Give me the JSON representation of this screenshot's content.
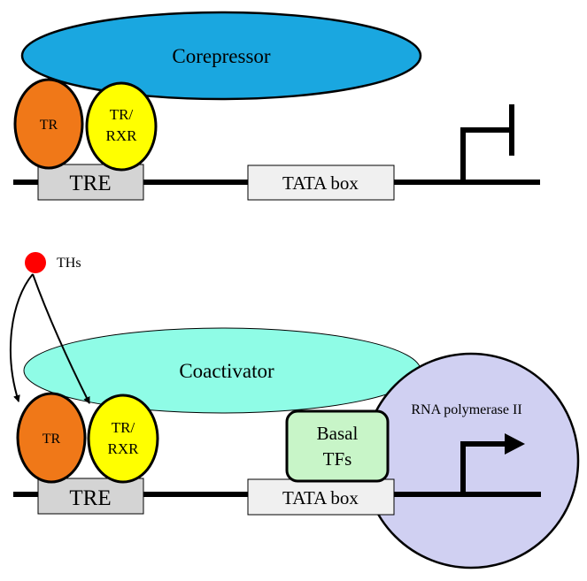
{
  "top_panel": {
    "corepressor_label": "Corepressor",
    "tr_label": "TR",
    "trxr_line1": "TR/",
    "trxr_line2": "RXR",
    "tre_label": "TRE",
    "tata_label": "TATA box"
  },
  "bottom_panel": {
    "ths_label": "THs",
    "coactivator_label": "Coactivator",
    "rna_pol_label": "RNA polymerase II",
    "basal_line1": "Basal",
    "basal_line2": "TFs",
    "tr_label": "TR",
    "trxr_line1": "TR/",
    "trxr_line2": "RXR",
    "tre_label": "TRE",
    "tata_label": "TATA box"
  },
  "colors": {
    "corepressor": "#1aa7e0",
    "tr": "#f07818",
    "trxr": "#ffff00",
    "box_gray": "#d4d4d4",
    "tata_box": "#f0f0f0",
    "ths_dot": "#ff0000",
    "coactivator": "#8ffce6",
    "rna_polymerase": "#d0d0f2",
    "basal_tfs": "#c8f5c8"
  }
}
